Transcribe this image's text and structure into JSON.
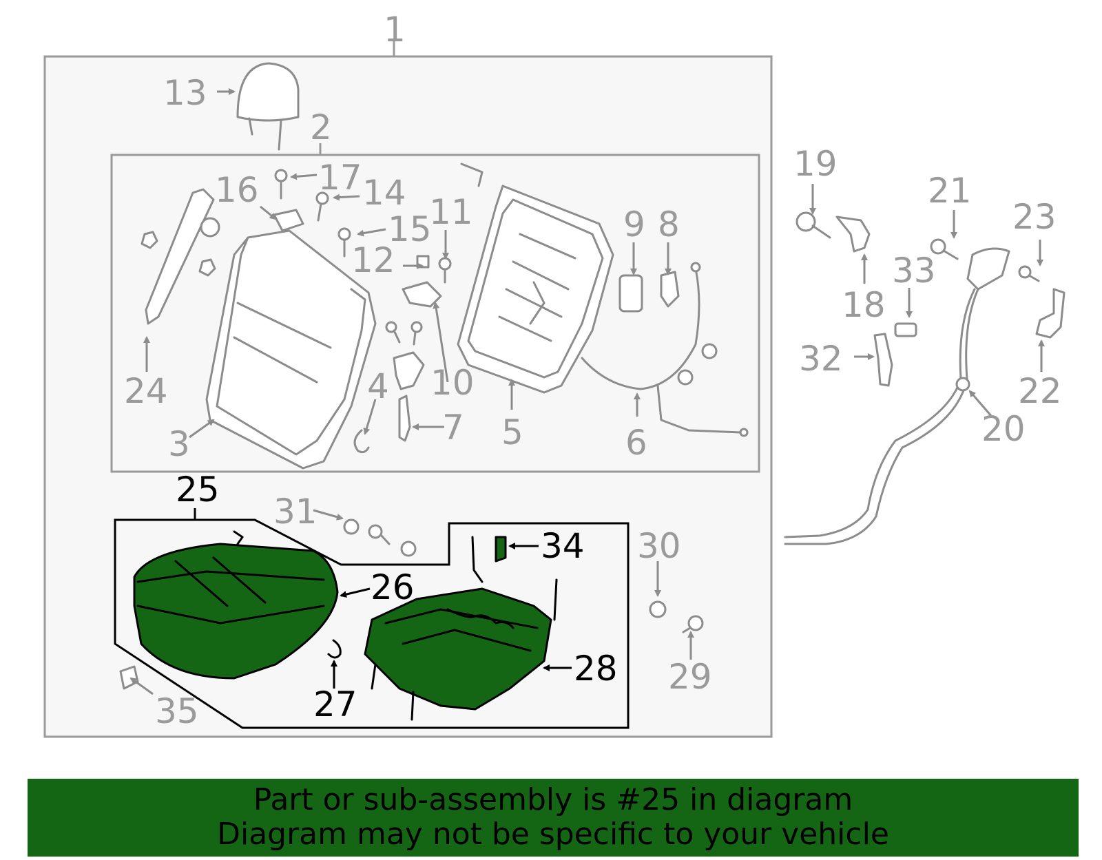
{
  "diagram": {
    "callouts": [
      "1",
      "2",
      "3",
      "4",
      "5",
      "6",
      "7",
      "8",
      "9",
      "10",
      "11",
      "12",
      "13",
      "14",
      "15",
      "16",
      "17",
      "18",
      "19",
      "20",
      "21",
      "22",
      "23",
      "24",
      "25",
      "26",
      "27",
      "28",
      "29",
      "30",
      "31",
      "32",
      "33",
      "34",
      "35"
    ],
    "highlighted_callout": "25",
    "colors": {
      "highlight": "#146614",
      "line_gray": "#8c8c8c",
      "box_fill": "#f7f7f7",
      "label_gray": "#9a9a9a"
    }
  },
  "banner": {
    "line1": "Part or sub-assembly is #25 in diagram",
    "line2": "Diagram may not be specific to your vehicle"
  }
}
